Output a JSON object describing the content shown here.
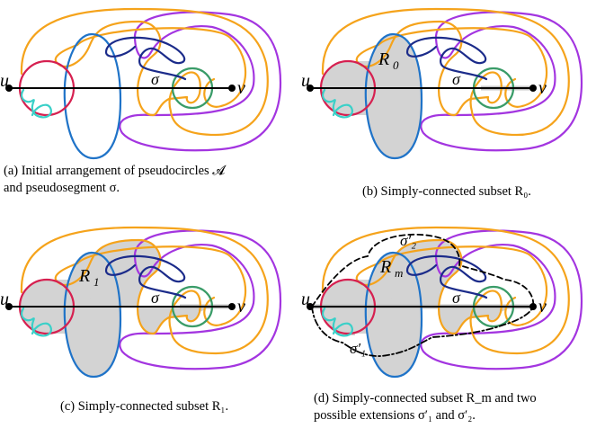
{
  "colors": {
    "orange": "#f5a31b",
    "purple": "#a335e0",
    "blue": "#1f73c8",
    "red": "#d62050",
    "green": "#3a9c68",
    "navy": "#1b2b8a",
    "cyan": "#3ad0c8",
    "shade": "#d3d3d3",
    "black": "#000000"
  },
  "panels": [
    {
      "id": "a",
      "labels": {
        "u": "u",
        "v": "v",
        "sigma": "σ"
      },
      "caption": {
        "line1": "(a) Initial arrangement of pseudocircles 𝓐",
        "line2": "and pseudosegment σ."
      }
    },
    {
      "id": "b",
      "labels": {
        "u": "u",
        "v": "v",
        "sigma": "σ",
        "region_main": "R",
        "region_sub": "0"
      },
      "caption": {
        "line1": "(b) Simply-connected subset R₀."
      }
    },
    {
      "id": "c",
      "labels": {
        "u": "u",
        "v": "v",
        "sigma": "σ",
        "region_main": "R",
        "region_sub": "1"
      },
      "caption": {
        "line1": "(c) Simply-connected subset R₁."
      }
    },
    {
      "id": "d",
      "labels": {
        "u": "u",
        "v": "v",
        "sigma": "σ",
        "region_main": "R",
        "region_sub": "m",
        "ext2": "σ′₂",
        "ext1": "σ′₁"
      },
      "caption": {
        "line1": "(d) Simply-connected subset R_m and two",
        "line2": "possible extensions σ′₁ and σ′₂."
      }
    }
  ]
}
